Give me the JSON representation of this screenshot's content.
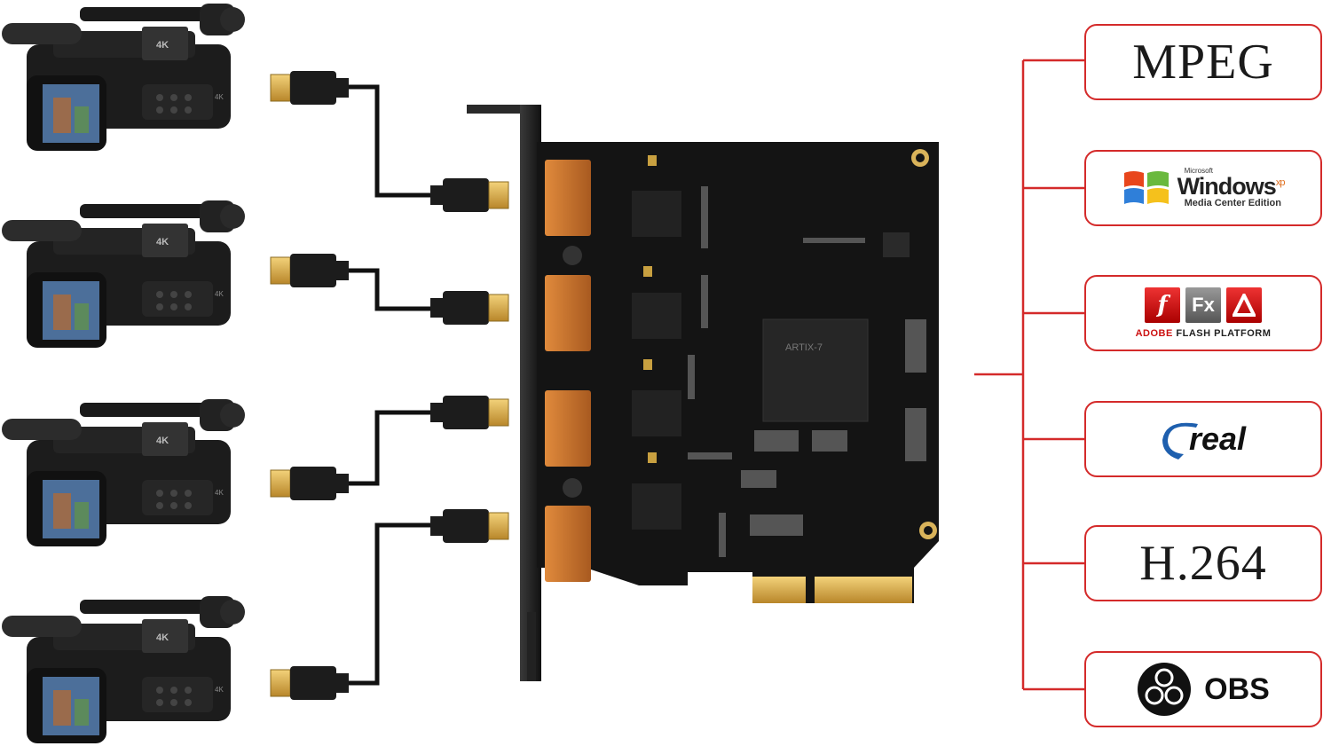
{
  "software": {
    "mpeg": "MPEG",
    "windows": {
      "small": "Microsoft",
      "main": "Windows",
      "sup": "xp",
      "sub": "Media Center Edition"
    },
    "adobe": {
      "icon1": "f",
      "icon2": "Fx",
      "caption_brand": "ADOBE",
      "caption_rest": "FLASH PLATFORM"
    },
    "real": "real",
    "h264": "H.264",
    "obs": "OBS"
  },
  "card_label": "ARTIX-7",
  "colors": {
    "accent_red": "#d42a2a",
    "pcb": "#141414",
    "connector": "#c8752e"
  }
}
